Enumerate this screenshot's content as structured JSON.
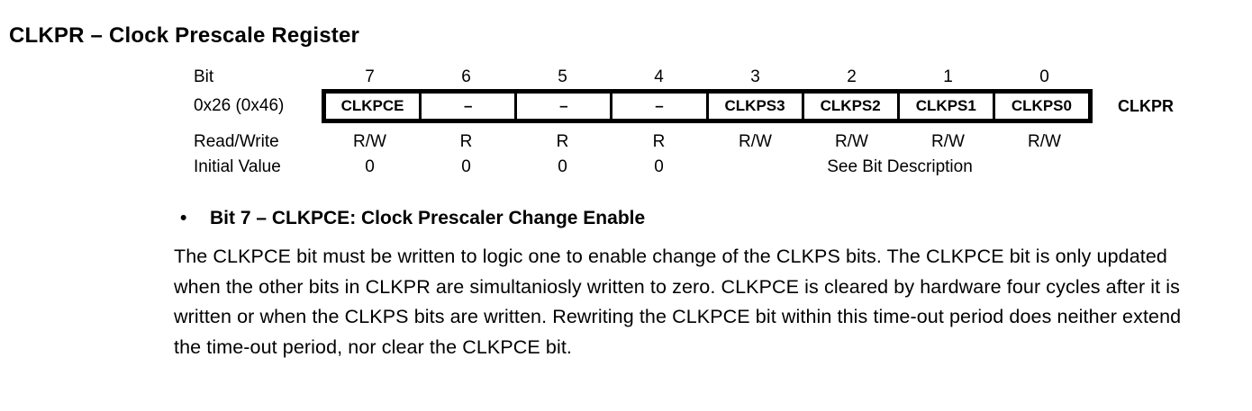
{
  "page": {
    "title": "CLKPR – Clock Prescale Register"
  },
  "register_table": {
    "bit_row_label": "Bit",
    "address_label": "0x26 (0x46)",
    "readwrite_row_label": "Read/Write",
    "initial_value_row_label": "Initial Value",
    "register_name": "CLKPR",
    "initial_value_span_text": "See Bit Description",
    "bits": [
      {
        "number": "7",
        "name": "CLKPCE",
        "rw": "R/W",
        "initial": "0"
      },
      {
        "number": "6",
        "name": "–",
        "rw": "R",
        "initial": "0"
      },
      {
        "number": "5",
        "name": "–",
        "rw": "R",
        "initial": "0"
      },
      {
        "number": "4",
        "name": "–",
        "rw": "R",
        "initial": "0"
      },
      {
        "number": "3",
        "name": "CLKPS3",
        "rw": "R/W"
      },
      {
        "number": "2",
        "name": "CLKPS2",
        "rw": "R/W"
      },
      {
        "number": "1",
        "name": "CLKPS1",
        "rw": "R/W"
      },
      {
        "number": "0",
        "name": "CLKPS0",
        "rw": "R/W"
      }
    ]
  },
  "description": {
    "bullet": "•",
    "heading": "Bit 7 – CLKPCE: Clock Prescaler Change Enable",
    "body": "The CLKPCE bit must be written to logic one to enable change of the CLKPS bits. The CLKPCE bit is only updated when the other bits in CLKPR are simultaniosly written to zero. CLKPCE is cleared by hardware four cycles after it is written or when the CLKPS bits are written. Rewriting the CLKPCE bit within this time-out period does neither extend the time-out period, nor clear the CLKPCE bit."
  },
  "colors": {
    "text": "#000000",
    "background": "#ffffff",
    "table_border": "#000000"
  }
}
